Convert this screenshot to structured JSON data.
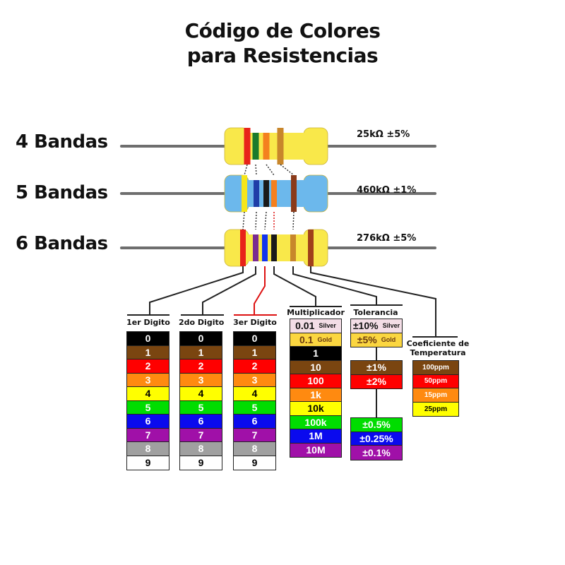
{
  "title": {
    "line1": "Código de Colores",
    "line2": "para Resistencias"
  },
  "resistors": [
    {
      "label": "4 Bandas",
      "value": "25kΩ  ±5%",
      "body_color": "#f9e84a",
      "bands": [
        "#e8231a",
        "#1a7a2c",
        "#f4801f",
        "#c8862b"
      ]
    },
    {
      "label": "5 Bandas",
      "value": "460kΩ  ±1%",
      "body_color": "#6cb8ec",
      "bands": [
        "#f6e61a",
        "#1f3ea8",
        "#1a1a1a",
        "#f4801f",
        "#8a3a1a"
      ]
    },
    {
      "label": "6 Bandas",
      "value": "276kΩ  ±5%",
      "body_color": "#f9e84a",
      "bands": [
        "#e8231a",
        "#7a2c90",
        "#1133ee",
        "#1a1a1a",
        "#c8862b",
        "#a0401a"
      ]
    }
  ],
  "columns": {
    "digit1": {
      "title": "1er Digito",
      "cells": [
        {
          "text": "0",
          "bg": "#000000",
          "fg": "#ffffff"
        },
        {
          "text": "1",
          "bg": "#7a4510",
          "fg": "#ffffff"
        },
        {
          "text": "2",
          "bg": "#ff0000",
          "fg": "#ffffff"
        },
        {
          "text": "3",
          "bg": "#ff8a10",
          "fg": "#ffffff"
        },
        {
          "text": "4",
          "bg": "#ffff00",
          "fg": "#000000"
        },
        {
          "text": "5",
          "bg": "#00dd00",
          "fg": "#ffffff"
        },
        {
          "text": "6",
          "bg": "#0a0aee",
          "fg": "#ffffff"
        },
        {
          "text": "7",
          "bg": "#a010a8",
          "fg": "#ffffff"
        },
        {
          "text": "8",
          "bg": "#a0a0a0",
          "fg": "#ffffff"
        },
        {
          "text": "9",
          "bg": "#ffffff",
          "fg": "#000000"
        }
      ]
    },
    "digit2": {
      "title": "2do Digito",
      "cells": [
        {
          "text": "0",
          "bg": "#000000",
          "fg": "#ffffff"
        },
        {
          "text": "1",
          "bg": "#7a4510",
          "fg": "#ffffff"
        },
        {
          "text": "2",
          "bg": "#ff0000",
          "fg": "#ffffff"
        },
        {
          "text": "3",
          "bg": "#ff8a10",
          "fg": "#ffffff"
        },
        {
          "text": "4",
          "bg": "#ffff00",
          "fg": "#000000"
        },
        {
          "text": "5",
          "bg": "#00dd00",
          "fg": "#ffffff"
        },
        {
          "text": "6",
          "bg": "#0a0aee",
          "fg": "#ffffff"
        },
        {
          "text": "7",
          "bg": "#a010a8",
          "fg": "#ffffff"
        },
        {
          "text": "8",
          "bg": "#a0a0a0",
          "fg": "#ffffff"
        },
        {
          "text": "9",
          "bg": "#ffffff",
          "fg": "#000000"
        }
      ]
    },
    "digit3": {
      "title": "3er Digito",
      "cells": [
        {
          "text": "0",
          "bg": "#000000",
          "fg": "#ffffff"
        },
        {
          "text": "1",
          "bg": "#7a4510",
          "fg": "#ffffff"
        },
        {
          "text": "2",
          "bg": "#ff0000",
          "fg": "#ffffff"
        },
        {
          "text": "3",
          "bg": "#ff8a10",
          "fg": "#ffffff"
        },
        {
          "text": "4",
          "bg": "#ffff00",
          "fg": "#000000"
        },
        {
          "text": "5",
          "bg": "#00dd00",
          "fg": "#ffffff"
        },
        {
          "text": "6",
          "bg": "#0a0aee",
          "fg": "#ffffff"
        },
        {
          "text": "7",
          "bg": "#a010a8",
          "fg": "#ffffff"
        },
        {
          "text": "8",
          "bg": "#a0a0a0",
          "fg": "#ffffff"
        },
        {
          "text": "9",
          "bg": "#ffffff",
          "fg": "#000000"
        }
      ]
    },
    "multiplier": {
      "title": "Multiplicador",
      "cells": [
        {
          "text": "0.01",
          "sub": "Silver",
          "bg": "#f3dde6",
          "fg": "#111111"
        },
        {
          "text": "0.1",
          "sub": "Gold",
          "bg": "#fbd640",
          "fg": "#6a3a10"
        },
        {
          "text": "1",
          "bg": "#000000",
          "fg": "#ffffff"
        },
        {
          "text": "10",
          "bg": "#7a4510",
          "fg": "#ffffff"
        },
        {
          "text": "100",
          "bg": "#ff0000",
          "fg": "#ffffff"
        },
        {
          "text": "1k",
          "bg": "#ff8a10",
          "fg": "#ffffff"
        },
        {
          "text": "10k",
          "bg": "#ffff00",
          "fg": "#000000"
        },
        {
          "text": "100k",
          "bg": "#00dd00",
          "fg": "#ffffff"
        },
        {
          "text": "1M",
          "bg": "#0a0aee",
          "fg": "#ffffff"
        },
        {
          "text": "10M",
          "bg": "#a010a8",
          "fg": "#ffffff"
        }
      ]
    },
    "tolerance": {
      "title": "Tolerancia",
      "top": [
        {
          "text": "±10%",
          "sub": "Silver",
          "bg": "#f3dde6",
          "fg": "#111111"
        },
        {
          "text": "±5%",
          "sub": "Gold",
          "bg": "#fbd640",
          "fg": "#6a3a10"
        }
      ],
      "middle": [
        {
          "text": "±1%",
          "bg": "#7a4510",
          "fg": "#ffffff"
        },
        {
          "text": "±2%",
          "bg": "#ff0000",
          "fg": "#ffffff"
        }
      ],
      "bottom": [
        {
          "text": "±0.5%",
          "bg": "#00dd00",
          "fg": "#ffffff"
        },
        {
          "text": "±0.25%",
          "bg": "#0a0aee",
          "fg": "#ffffff"
        },
        {
          "text": "±0.1%",
          "bg": "#a010a8",
          "fg": "#ffffff"
        }
      ]
    },
    "temp_coefficient": {
      "title_line1": "Coeficiente de",
      "title_line2": "Temperatura",
      "cells": [
        {
          "text": "100ppm",
          "bg": "#7a4510",
          "fg": "#ffffff"
        },
        {
          "text": "50ppm",
          "bg": "#ff0000",
          "fg": "#ffffff"
        },
        {
          "text": "15ppm",
          "bg": "#ff8a10",
          "fg": "#ffffff"
        },
        {
          "text": "25ppm",
          "bg": "#ffff00",
          "fg": "#000000"
        }
      ]
    }
  }
}
